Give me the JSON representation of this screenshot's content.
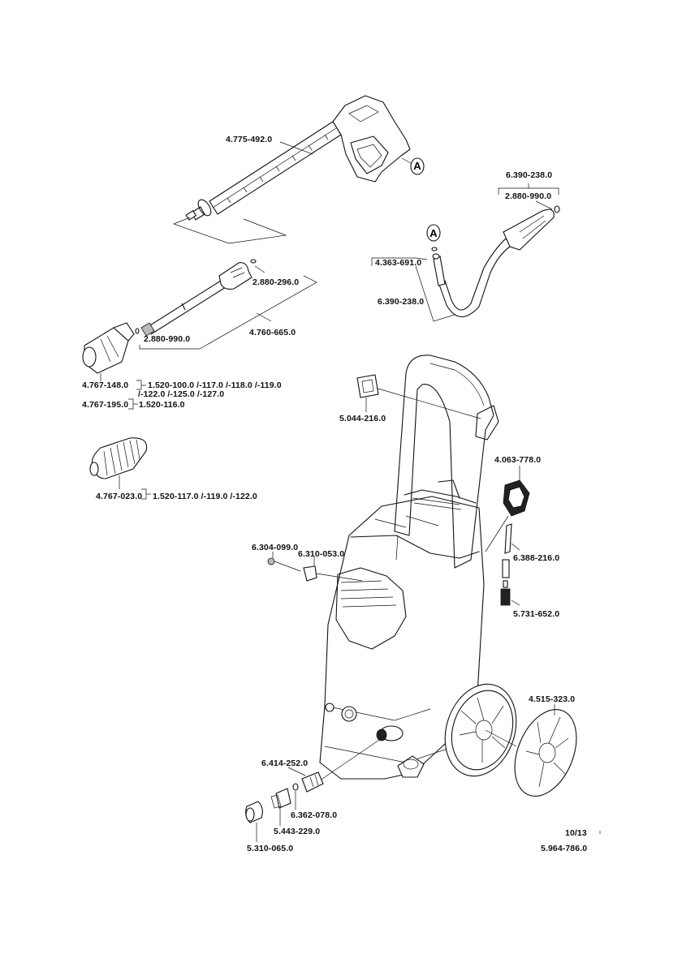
{
  "document": {
    "type": "exploded parts diagram",
    "page": "10/13",
    "document_number": "5.964-786.0"
  },
  "callouts": {
    "A_marker": "A"
  },
  "parts": {
    "trigger_gun": "4.775-492.0",
    "hose_kit_top": "6.390-238.0",
    "hose_oring_top": "2.880-990.0",
    "hose_connector": "4.363-691.0",
    "hose_kit_side": "6.390-238.0",
    "lance_oring": "2.880-296.0",
    "lance": "4.760-665.0",
    "lance_nozzle_oring": "2.880-990.0",
    "vario_nozzle": "4.767-148.0",
    "vario_nozzle_refs_line1": "1.520-100.0 /-117.0 /-118.0 /-119.0",
    "vario_nozzle_refs_line2": "/-122.0 /-125.0 /-127.0",
    "vario_nozzle_2": "4.767-195.0",
    "vario_nozzle_2_ref": "1.520-116.0",
    "dirt_blaster": "4.767-023.0",
    "dirt_blaster_refs": "1.520-117.0 /-119.0 /-122.0",
    "clip": "5.044-216.0",
    "hose_reel_crank": "4.063-778.0",
    "screw": "6.304-099.0",
    "holder": "6.310-053.0",
    "detergent_hose": "6.388-216.0",
    "detergent_filter": "5.731-652.0",
    "wheel_cap": "4.515-323.0",
    "inlet_fitting": "6.414-252.0",
    "inlet_oring": "6.362-078.0",
    "coupling": "5.443-229.0",
    "coupling_nut": "5.310-065.0"
  }
}
